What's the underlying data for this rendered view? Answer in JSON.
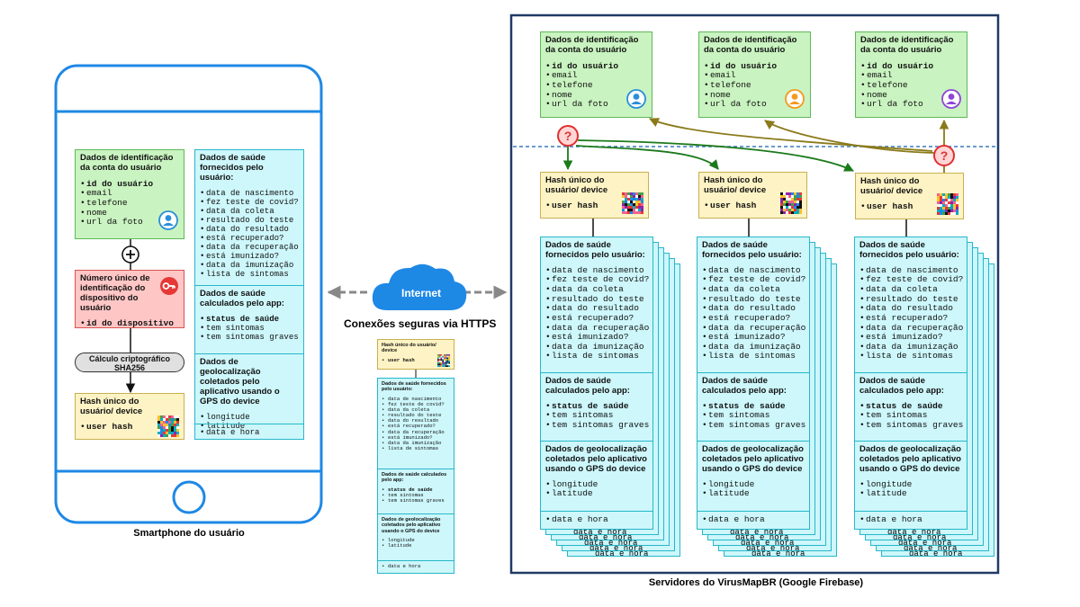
{
  "account_box": {
    "title": "Dados de identificação da conta do usuário",
    "items": [
      "id do usuário",
      "email",
      "telefone",
      "nome",
      "url da foto"
    ]
  },
  "device_box": {
    "title": "Número único de identificação do dispositivo do usuário",
    "items": [
      "id do dispositivo"
    ]
  },
  "crypto_box": {
    "line1": "Cálculo criptográfico",
    "line2": "SHA256"
  },
  "hash_box": {
    "title": "Hash único do usuário/ device",
    "items": [
      "user hash"
    ]
  },
  "health_box": {
    "title": "Dados de saúde fornecidos pelo usuário:",
    "items": [
      "data de nascimento",
      "fez teste de covid?",
      "data da coleta",
      "resultado do teste",
      "data do resultado",
      "está recuperado?",
      "data da recuperação",
      "está imunizado?",
      "data da imunização",
      "lista de sintomas"
    ]
  },
  "app_box": {
    "title": "Dados de saúde calculados pelo app:",
    "items": [
      "status de saúde",
      "tem sintomas",
      "tem sintomas graves"
    ]
  },
  "small_app_box": {
    "title": "Dados de saúde calculados pelo app:"
  },
  "small_health_box": {
    "title": "Dados de saúde fornecidos pelo usuário:"
  },
  "geo_box": {
    "title": "Dados de geolocalização coletados pelo aplicativo usando o GPS do device",
    "items": [
      "longitude",
      "latitude"
    ]
  },
  "datetime_box": {
    "items": [
      "data e hora"
    ]
  },
  "internet": {
    "label": "Internet",
    "caption": "Conexões seguras via HTTPS"
  },
  "captions": {
    "smartphone": "Smartphone do usuário",
    "servers": "Servidores do VirusMapBR (Google Firebase)"
  },
  "colors": {
    "green_fill": "#c9f3c0",
    "red_fill": "#ffc6c6",
    "yellow_fill": "#fdf3c4",
    "cyan_fill": "#cdf7fb",
    "phone_blue": "#1e88e5",
    "server_border": "#1f3a63",
    "green_arrow": "#1b7a1b",
    "olive_arrow": "#8a7a1a",
    "question_red": "#e03030"
  },
  "icons": [
    "user-icon-blue",
    "user-icon-orange",
    "user-icon-purple",
    "key-icon",
    "plus-icon",
    "question-icon",
    "cloud-icon",
    "qr-code-icon",
    "home-button-icon"
  ]
}
